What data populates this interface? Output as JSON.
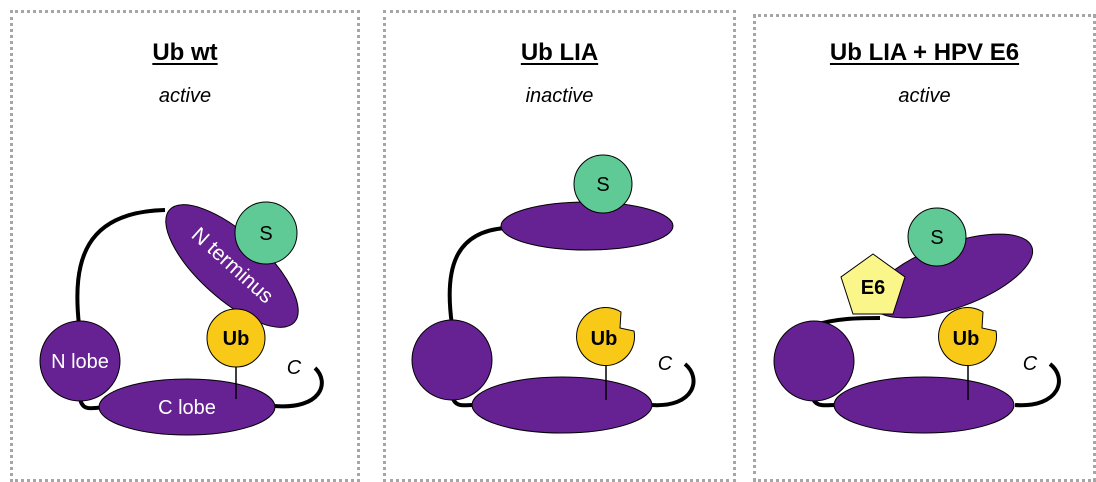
{
  "panels": [
    {
      "title": "Ub wt",
      "state": "active"
    },
    {
      "title": "Ub LIA",
      "state": "inactive"
    },
    {
      "title": "Ub LIA + HPV E6",
      "state": "active"
    }
  ],
  "labels": {
    "n_terminus": "N terminus",
    "n_lobe": "N lobe",
    "c_lobe": "C lobe",
    "substrate": "S",
    "ubiquitin": "Ub",
    "c_tail": "C",
    "e6": "E6"
  },
  "colors": {
    "domain_purple": "#662192",
    "substrate_green": "#5fca96",
    "ubiquitin_yellow": "#f9c918",
    "e6_yellow": "#faf68a",
    "border_gray": "#a6a6a6"
  }
}
